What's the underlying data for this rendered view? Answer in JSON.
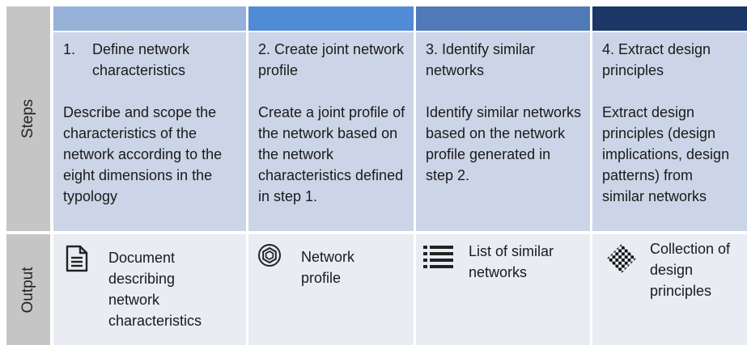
{
  "rows": {
    "steps_label": "Steps",
    "output_label": "Output"
  },
  "steps": [
    {
      "number": "1.",
      "title": "Define network characteristics",
      "description": "Describe and scope the characteristics of the network according to the eight dimensions in the typology"
    },
    {
      "title": "2. Create joint network profile",
      "description": "Create a joint profile of the network based on the network characteristics defined in step 1."
    },
    {
      "title": "3. Identify similar networks",
      "description": "Identify similar networks based on the network profile generated in step 2."
    },
    {
      "title": "4. Extract design principles",
      "description": "Extract design principles (design implications, design patterns) from similar networks"
    }
  ],
  "outputs": [
    {
      "icon": "document-icon",
      "text": "Document describing network characteristics"
    },
    {
      "icon": "hexagon-icon",
      "text": "Network profile"
    },
    {
      "icon": "list-icon",
      "text": "List of similar networks"
    },
    {
      "icon": "checkerboard-icon",
      "text": "Collection of design principles"
    }
  ],
  "colors": {
    "header_step1": "#96b1d8",
    "header_step2": "#508bd6",
    "header_step3": "#4f7ab7",
    "header_step4": "#1a3766",
    "steps_cell_bg": "#ccd5e7",
    "output_cell_bg": "#e9ecf3",
    "row_label_bg": "#c5c5c5"
  }
}
